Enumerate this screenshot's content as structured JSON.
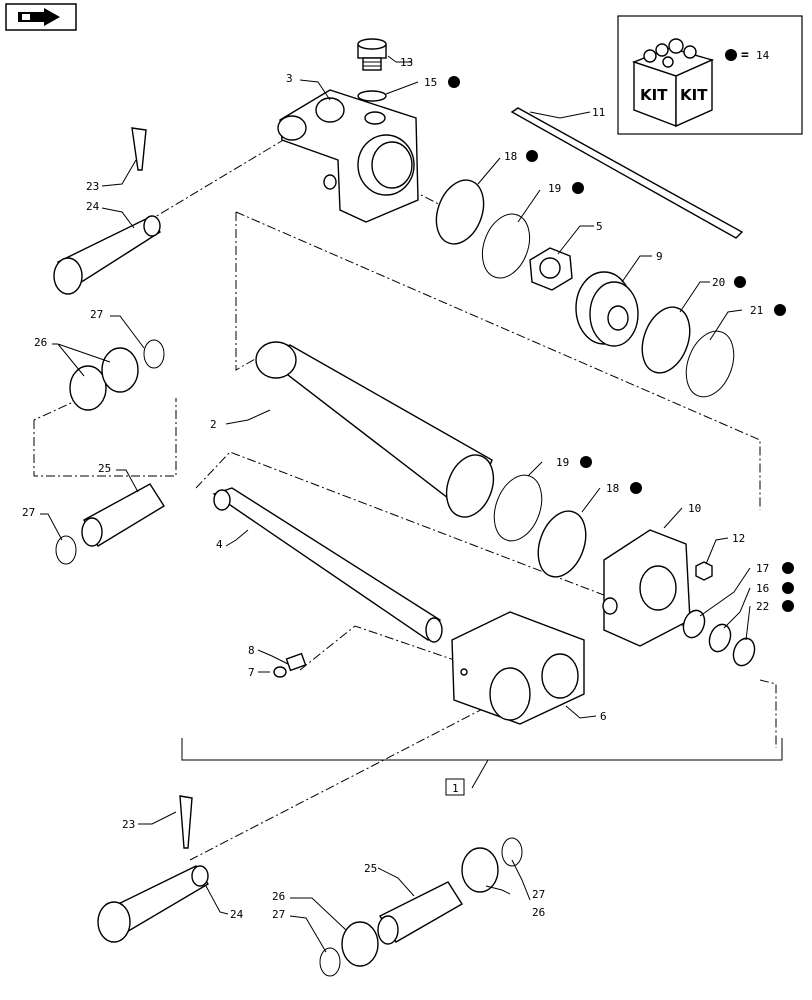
{
  "callouts": {
    "c1": "1",
    "c2": "2",
    "c3": "3",
    "c4": "4",
    "c5": "5",
    "c6": "6",
    "c7": "7",
    "c8": "8",
    "c9": "9",
    "c10": "10",
    "c11": "11",
    "c12": "12",
    "c13": "13",
    "c14": "14",
    "c15": "15",
    "c16": "16",
    "c17": "17",
    "c18a": "18",
    "c18b": "18",
    "c19a": "19",
    "c19b": "19",
    "c20": "20",
    "c21": "21",
    "c22": "22",
    "c23a": "23",
    "c23b": "23",
    "c24a": "24",
    "c24b": "24",
    "c25a": "25",
    "c25b": "25",
    "c26a": "26",
    "c26b": "26",
    "c26c": "26",
    "c27a": "27",
    "c27b": "27",
    "c27c": "27",
    "c27d": "27"
  },
  "kit": {
    "box_word_1": "KIT",
    "box_word_2": "KIT",
    "equals": "=",
    "part": "14"
  },
  "icons": {
    "nav": "next-page-arrow-icon",
    "kit_marker": "filled-circle"
  }
}
